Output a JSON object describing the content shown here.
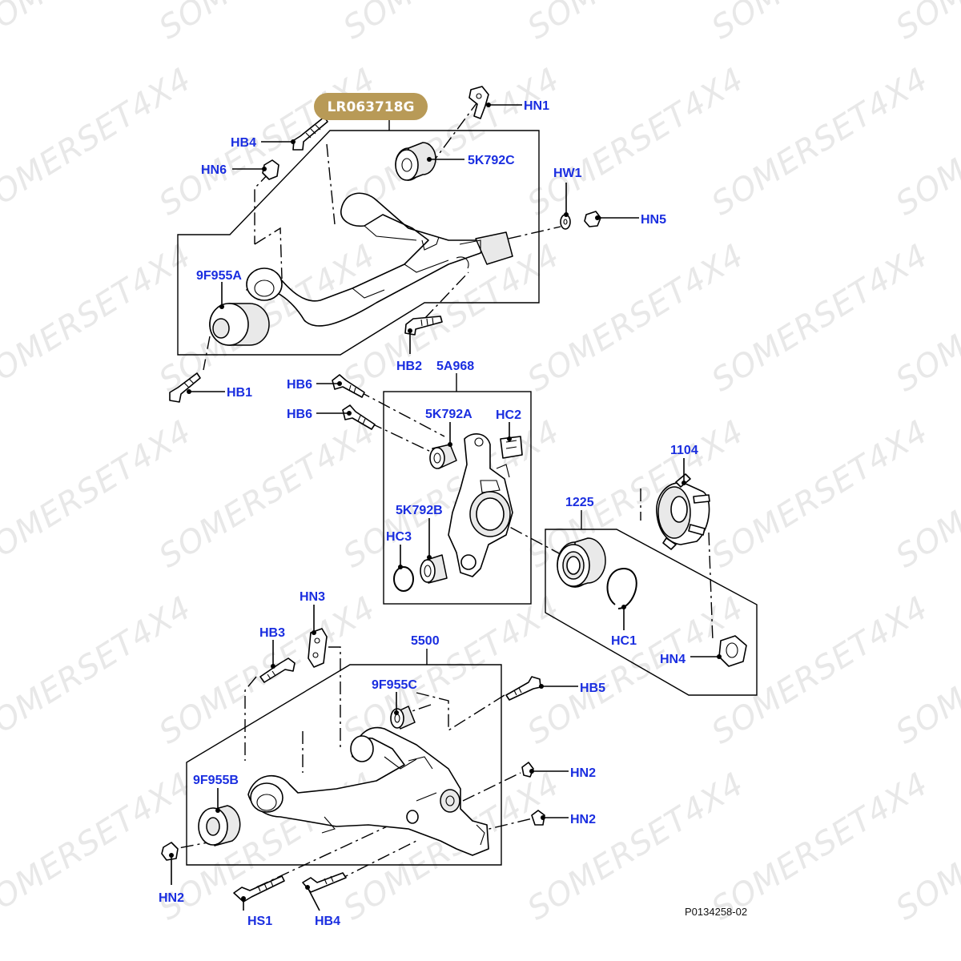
{
  "watermark": "SOMERSET4X4",
  "part_number_badge": {
    "text": "LR063718G",
    "color": "#b89a57"
  },
  "reference_code": "P0134258-02",
  "callout_color": "#1a2ee0",
  "callouts": {
    "hn1": "HN1",
    "hb4_top": "HB4",
    "5k792c": "5K792C",
    "hn6": "HN6",
    "hw1": "HW1",
    "hn5": "HN5",
    "9f955a": "9F955A",
    "hb2": "HB2",
    "hb1": "HB1",
    "5a968": "5A968",
    "hb6_a": "HB6",
    "hb6_b": "HB6",
    "5k792a": "5K792A",
    "hc2": "HC2",
    "1104": "1104",
    "1225": "1225",
    "5k792b": "5K792B",
    "hc3": "HC3",
    "hn3": "HN3",
    "hb3": "HB3",
    "5500": "5500",
    "hc1": "HC1",
    "hn4": "HN4",
    "9f955c": "9F955C",
    "hb5": "HB5",
    "hn2_a": "HN2",
    "9f955b": "9F955B",
    "hn2_b": "HN2",
    "hn2_c": "HN2",
    "hs1": "HS1",
    "hb4_bottom": "HB4"
  }
}
